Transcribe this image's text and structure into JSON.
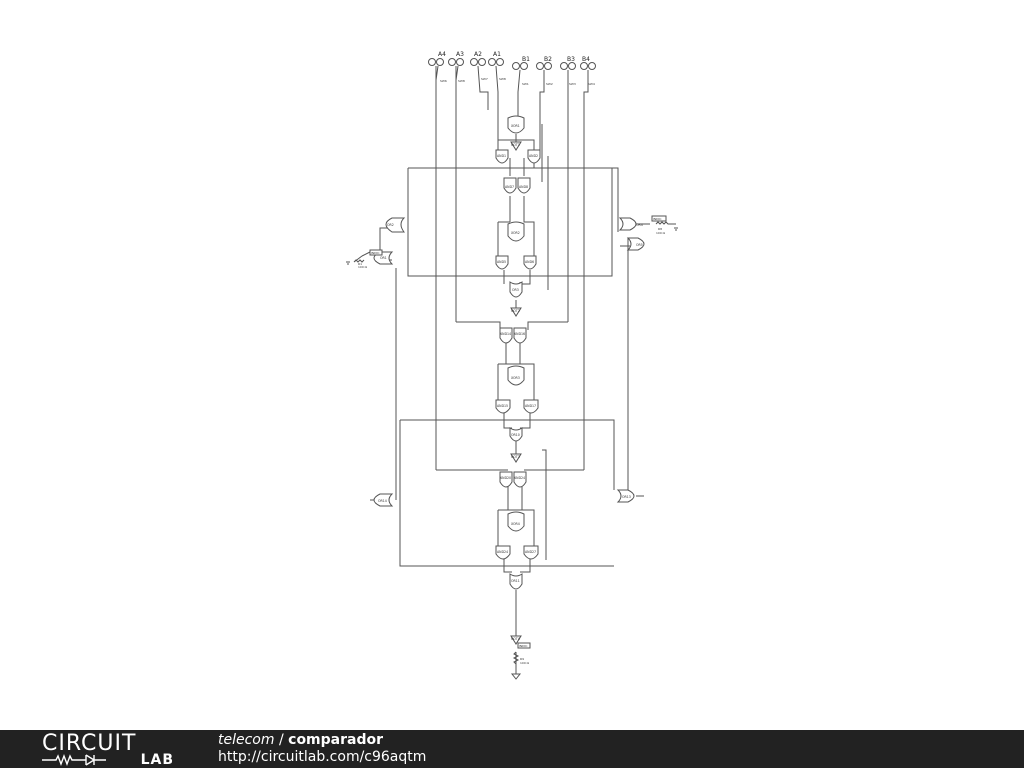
{
  "footer": {
    "logo_top": "CIRCUIT",
    "logo_bottom": "LAB",
    "owner": "telecom",
    "separator": " / ",
    "circuit_name": "comparador",
    "url": "http://circuitlab.com/c96aqtm"
  },
  "schematic": {
    "inputs": [
      {
        "label": "A4",
        "switch": "SW6"
      },
      {
        "label": "A3",
        "switch": "SW8"
      },
      {
        "label": "A2",
        "switch": "SW7"
      },
      {
        "label": "A1",
        "switch": "SW8"
      },
      {
        "label": "B1",
        "switch": "SW1"
      },
      {
        "label": "B2",
        "switch": "SW2"
      },
      {
        "label": "B3",
        "switch": "SW3"
      },
      {
        "label": "B4",
        "switch": "SW4"
      }
    ],
    "gates": {
      "xor1": "XOR1",
      "not1": "NOT1",
      "and1": "AND1",
      "and2": "AND2",
      "and7": "AND7",
      "and8": "AND8",
      "xor2": "XOR2",
      "and5": "AND5",
      "and6": "AND6",
      "or3": "OR3",
      "or2": "OR2",
      "or1": "OR1",
      "or4": "OR4",
      "or5": "OR5",
      "not2": "NOT2",
      "and14": "AND14",
      "and16": "AND16",
      "xor3": "XOR3",
      "and15": "AND15",
      "and17": "AND17",
      "or10": "OR10",
      "not3": "NOT3",
      "and20": "AND20",
      "and24": "AND24",
      "or14": "OR14",
      "or13": "OR13",
      "xor4": "XOR4",
      "and24b": "AND24",
      "and27": "AND27",
      "or11": "OR11",
      "not4": "NOT4"
    },
    "outputs": {
      "left": {
        "indicator": "INDIC",
        "resistor": "R1",
        "value": "100 Ω"
      },
      "right": {
        "indicator": "INDIC",
        "resistor": "R8",
        "value": "100 Ω"
      },
      "bottom": {
        "indicator": "INDIC",
        "resistor": "R9",
        "value": "100 Ω"
      }
    }
  }
}
